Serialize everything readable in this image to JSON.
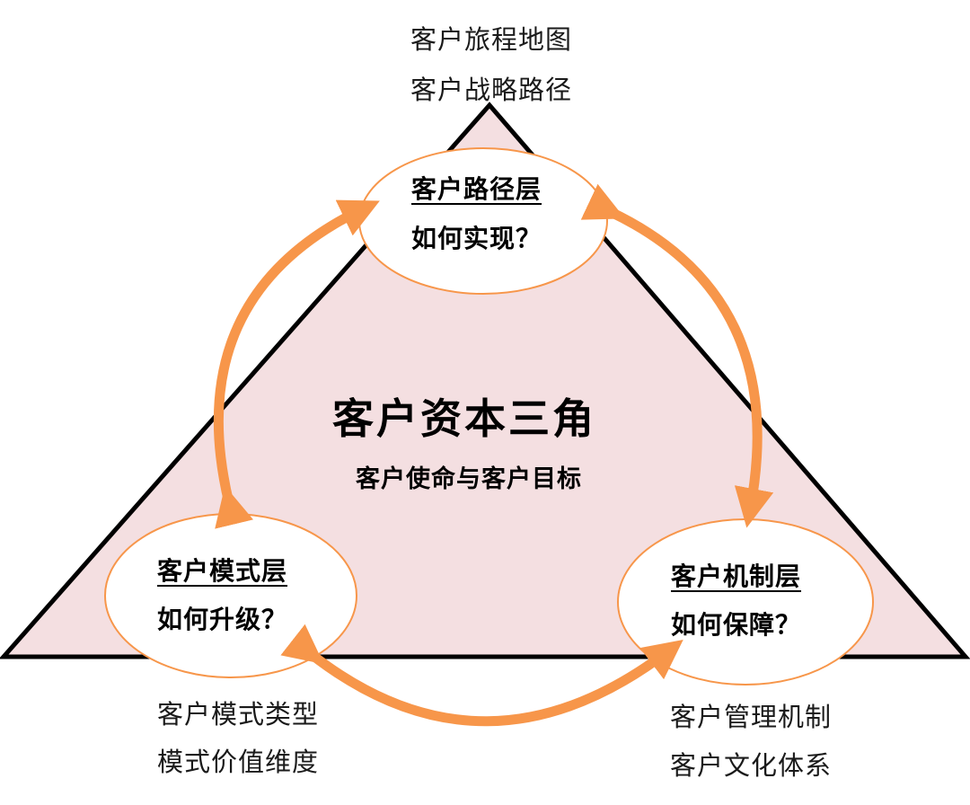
{
  "colors": {
    "triangle_fill": "#f4dfe1",
    "triangle_stroke": "#000000",
    "ellipse_fill": "#ffffff",
    "ellipse_stroke": "#f7964a",
    "arrow": "#f7964a"
  },
  "center": {
    "title": "客户资本三角",
    "subtitle": "客户使命与客户目标"
  },
  "layers": {
    "top": {
      "title": "客户路径层",
      "question": "如何实现？",
      "notes": [
        "客户旅程地图",
        "客户战略路径"
      ]
    },
    "left": {
      "title": "客户模式层",
      "question": "如何升级？",
      "notes": [
        "客户模式类型",
        "模式价值维度"
      ]
    },
    "right": {
      "title": "客户机制层",
      "question": "如何保障？",
      "notes": [
        "客户管理机制",
        "客户文化体系"
      ]
    }
  }
}
